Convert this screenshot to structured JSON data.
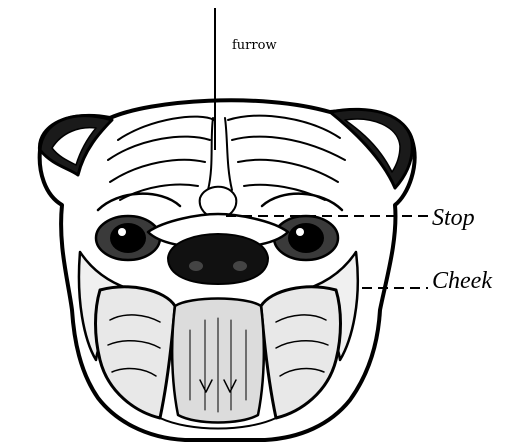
{
  "labels": {
    "furrow": "furrow",
    "stop": "Stop",
    "cheek": "Cheek"
  },
  "colors": {
    "ink": "#000000",
    "paper": "#ffffff",
    "shade": "#d9d9d9"
  },
  "icons": {
    "illustration": "bulldog-head-illustration-icon"
  }
}
